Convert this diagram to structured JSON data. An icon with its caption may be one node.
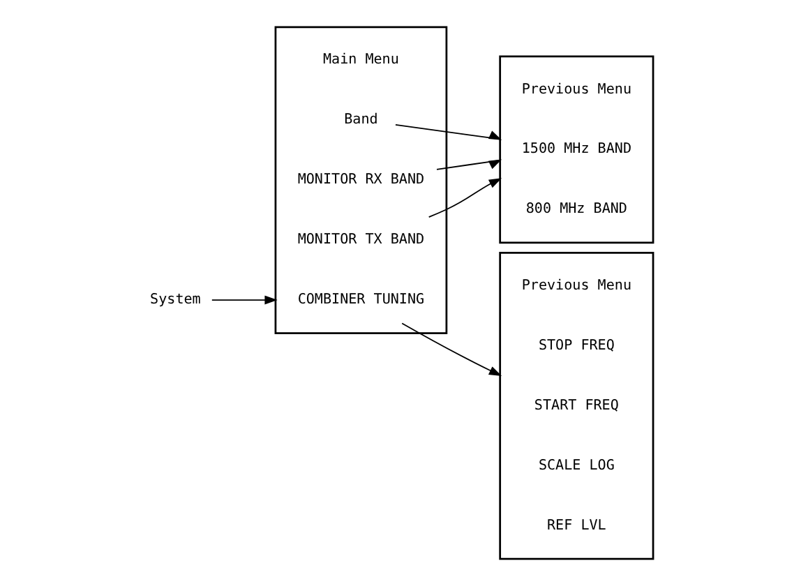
{
  "diagram": {
    "nodes": [
      {
        "text": [
          "System"
        ]
      },
      {
        "text": [],
        "shape": "box"
      },
      {
        "text": [
          "MONITOR TX BAND"
        ],
        "in": 1
      },
      {
        "text": [
          "MONITOR RX BAND"
        ],
        "in": 1
      },
      {
        "text": [
          "COMBINER TUNING"
        ],
        "in": 1
      },
      {
        "text": [
          "Band"
        ],
        "in": 1
      },
      {
        "text": [
          "Main Menu"
        ],
        "in": 1
      },
      {
        "text": [],
        "shape": "box"
      },
      {
        "text": [
          "800 MHz BAND"
        ],
        "in": 7
      },
      {
        "text": [
          "1500 MHz BAND"
        ],
        "in": 7
      },
      {
        "text": [
          "Previous Menu"
        ],
        "in": 7
      },
      {
        "text": [],
        "shape": "box"
      },
      {
        "text": [
          "REF LVL"
        ],
        "in": 11
      },
      {
        "text": [
          "SCALE LOG"
        ],
        "in": 11
      },
      {
        "text": [
          "START FREQ"
        ],
        "in": 11
      },
      {
        "text": [
          "STOP FREQ"
        ],
        "in": 11
      },
      {
        "text": [
          "Previous Menu"
        ],
        "in": 11
      }
    ],
    "edges": [
      {
        "from": 0,
        "to": 1,
        "arrow": "to"
      },
      {
        "from": 2,
        "to": 7,
        "arrow": "to"
      },
      {
        "from": 3,
        "to": 7,
        "arrow": "to"
      },
      {
        "from": 4,
        "to": 11,
        "arrow": "to"
      },
      {
        "from": 5,
        "to": 7,
        "arrow": "to"
      }
    ]
  }
}
